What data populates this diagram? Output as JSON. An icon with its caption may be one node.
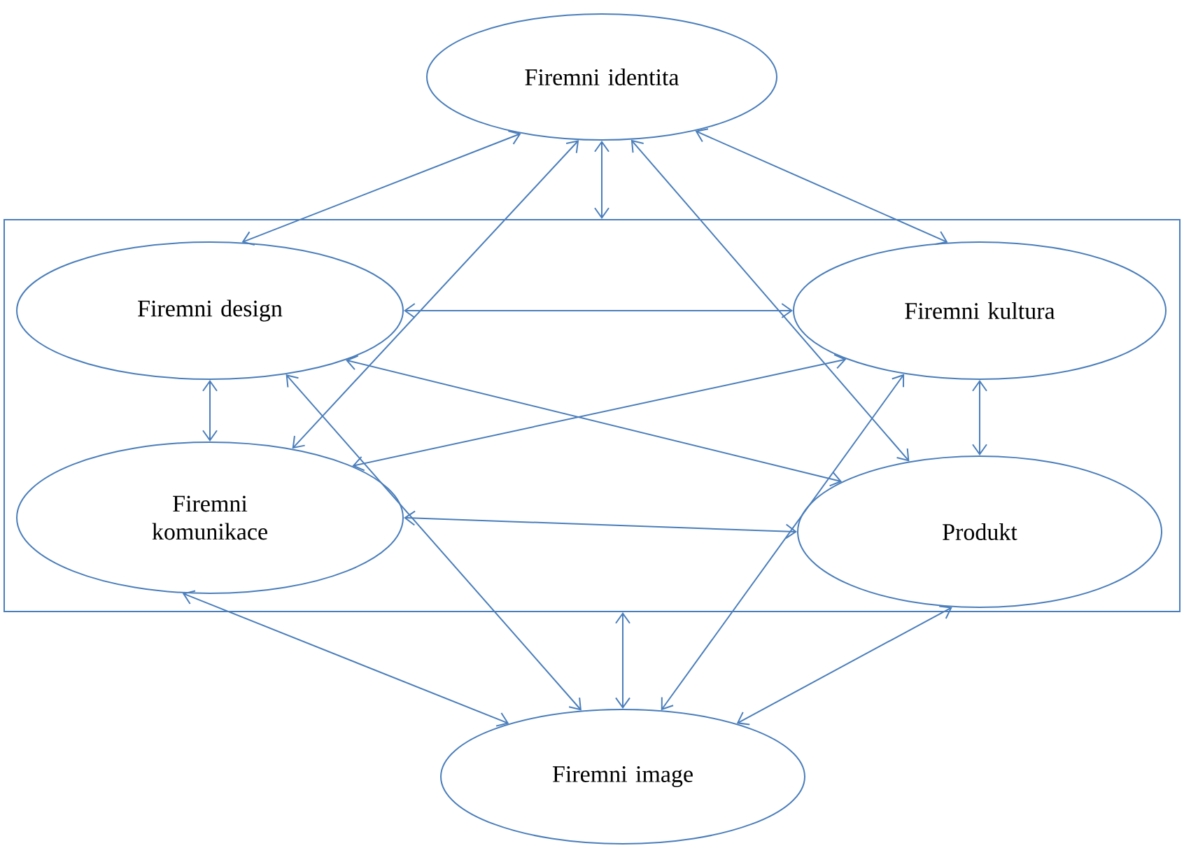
{
  "diagram": {
    "nodes": [
      {
        "text": [
          "Firemni identita"
        ]
      },
      {
        "text": [],
        "shape": "box"
      },
      {
        "text": [
          "Firemni design"
        ],
        "in": 1
      },
      {
        "text": [
          "Firemni kultura"
        ],
        "in": 1
      },
      {
        "text": [
          "Firemni komunikace"
        ],
        "in": 1
      },
      {
        "text": [
          "Produkt"
        ],
        "in": 1
      },
      {
        "text": [
          "Firemni image"
        ]
      }
    ],
    "edges": [
      {
        "from": 0,
        "to": 2,
        "arrow": "both"
      },
      {
        "from": 0,
        "to": 3,
        "arrow": "both"
      },
      {
        "from": 0,
        "to": 1,
        "arrow": "both"
      },
      {
        "from": 0,
        "to": 4,
        "arrow": "both"
      },
      {
        "from": 0,
        "to": 5,
        "arrow": "both"
      },
      {
        "from": 2,
        "to": 3,
        "arrow": "both"
      },
      {
        "from": 2,
        "to": 4,
        "arrow": "both"
      },
      {
        "from": 2,
        "to": 5,
        "arrow": "both"
      },
      {
        "from": 2,
        "to": 6,
        "arrow": "both"
      },
      {
        "from": 3,
        "to": 4,
        "arrow": "both"
      },
      {
        "from": 3,
        "to": 5,
        "arrow": "both"
      },
      {
        "from": 3,
        "to": 6,
        "arrow": "both"
      },
      {
        "from": 4,
        "to": 5,
        "arrow": "both"
      },
      {
        "from": 4,
        "to": 6,
        "arrow": "both"
      },
      {
        "from": 5,
        "to": 6,
        "arrow": "both"
      },
      {
        "from": 1,
        "to": 6,
        "arrow": "both"
      }
    ]
  }
}
